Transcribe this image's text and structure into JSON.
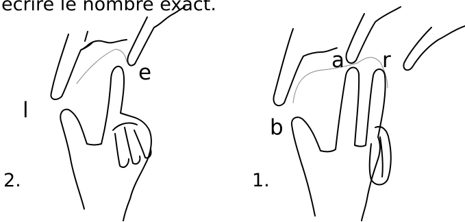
{
  "caption_fragment": "ecrire le nombre exact.",
  "left_figure": {
    "number": "2.",
    "letters": [
      "l",
      "e"
    ]
  },
  "right_figure": {
    "number": "1.",
    "letters": [
      "b",
      "a",
      "r"
    ]
  },
  "colors": {
    "ink": "#000000",
    "guide": "#9a9a9a",
    "background": "#ffffff"
  }
}
